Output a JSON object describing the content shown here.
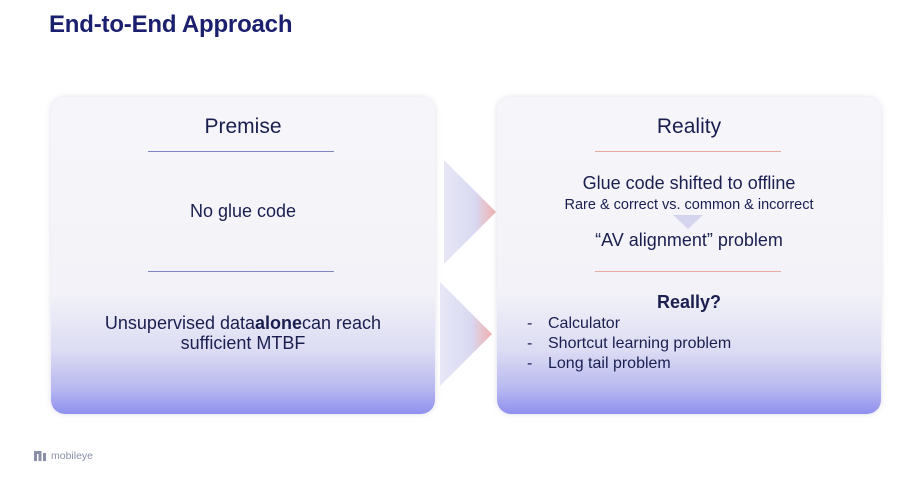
{
  "slide": {
    "title": "End-to-End Approach"
  },
  "premise": {
    "heading": "Premise",
    "item1": "No glue code",
    "item2_part1": "Unsupervised data",
    "item2_bold": "alone",
    "item2_part2": "can reach",
    "item2_line2": "sufficient MTBF"
  },
  "reality": {
    "heading": "Reality",
    "item1_title": "Glue code shifted to offline",
    "item1_sub": "Rare & correct vs. common & incorrect",
    "item1_extra": "“AV alignment” problem",
    "item2_title": "Really?",
    "bullets": [
      "Calculator",
      "Shortcut learning problem",
      "Long tail problem"
    ]
  },
  "footer": {
    "logo_text": "mobileye"
  },
  "colors": {
    "title": "#1a1f6e",
    "card_gradient_end": "#8f90ee",
    "rule_blue": "#7f86c4",
    "rule_pink": "#e8a9a0"
  }
}
